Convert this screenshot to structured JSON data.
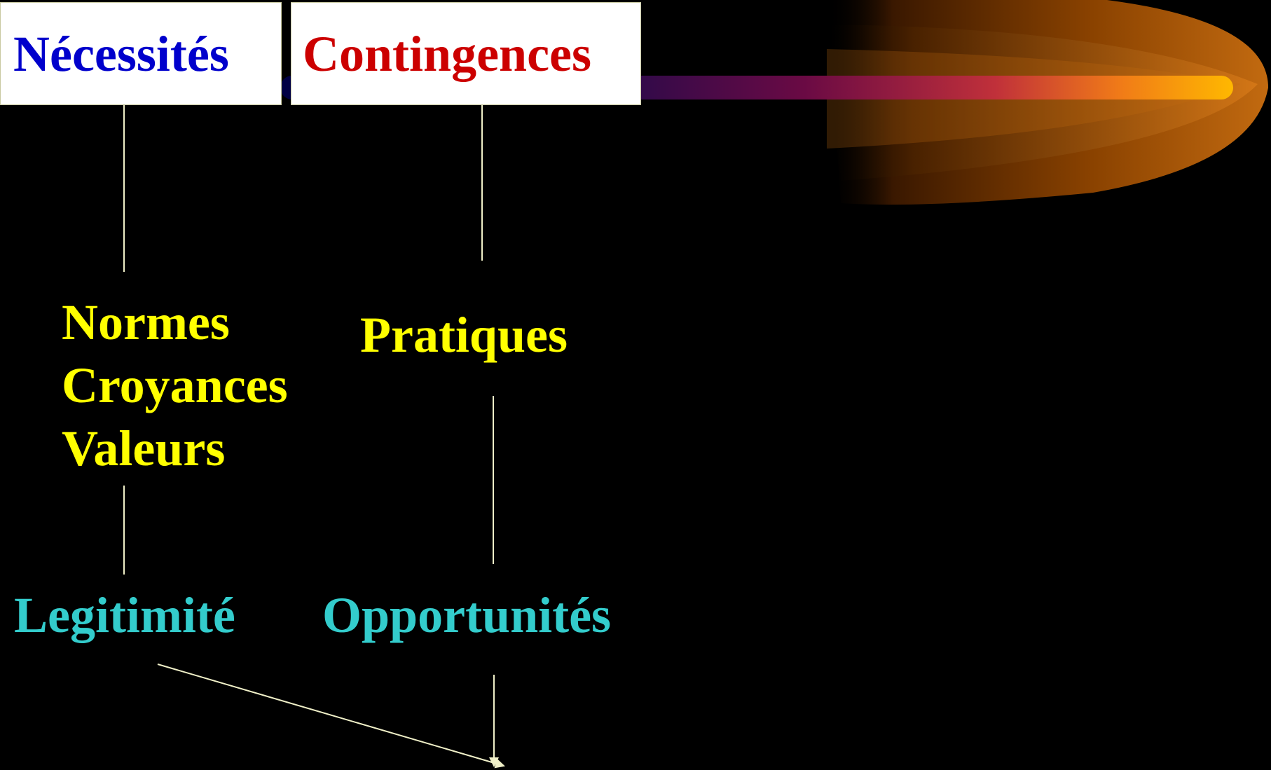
{
  "header": {
    "left_label": "Nécessités",
    "right_label": "Contingences"
  },
  "left_column": {
    "items": [
      "Normes",
      "Croyances",
      "Valeurs"
    ],
    "outcome": "Legitimité"
  },
  "right_column": {
    "item": "Pratiques",
    "outcome": "Opportunités"
  },
  "colors": {
    "background": "#000000",
    "necessites": "#0000cc",
    "contingences": "#cc0000",
    "terms": "#ffff00",
    "outcomes": "#33cccc",
    "lines": "#f0f0c8"
  }
}
